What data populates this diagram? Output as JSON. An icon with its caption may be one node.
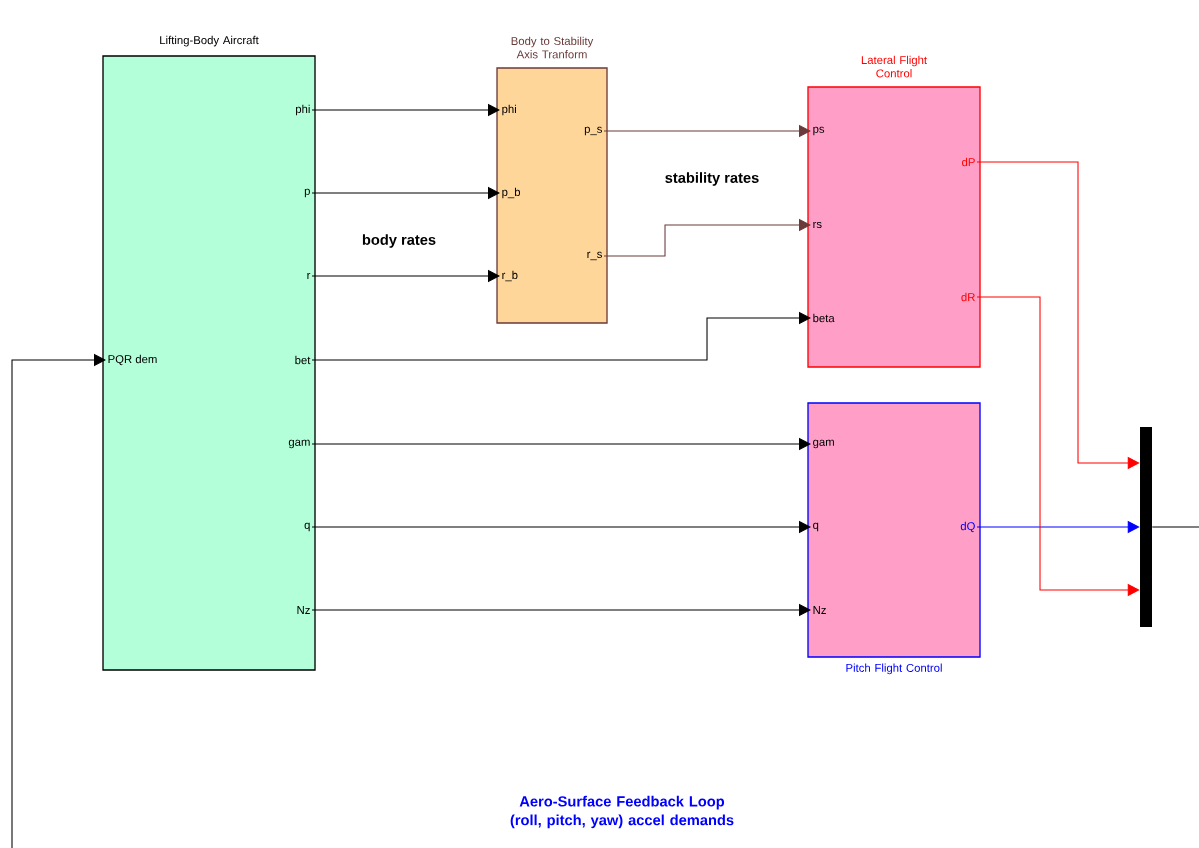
{
  "diagram": {
    "nodes": [
      {
        "text": [
          "Lifting-Body Aircraft"
        ]
      },
      {
        "text": [
          "PQR dem"
        ],
        "in": 0
      },
      {
        "text": [
          "phi"
        ],
        "in": 0
      },
      {
        "text": [
          "p"
        ],
        "in": 0
      },
      {
        "text": [
          "r"
        ],
        "in": 0
      },
      {
        "text": [
          "bet"
        ],
        "in": 0
      },
      {
        "text": [
          "gam"
        ],
        "in": 0
      },
      {
        "text": [
          "q"
        ],
        "in": 0
      },
      {
        "text": [
          "Nz"
        ],
        "in": 0
      },
      {
        "text": [
          "Body to Stability Axis Tranform"
        ]
      },
      {
        "text": [
          "phi"
        ],
        "in": 9
      },
      {
        "text": [
          "p_b"
        ],
        "in": 9
      },
      {
        "text": [
          "r_b"
        ],
        "in": 9
      },
      {
        "text": [
          "p_s"
        ],
        "in": 9
      },
      {
        "text": [
          "r_s"
        ],
        "in": 9
      },
      {
        "text": [
          "Lateral Flight Control"
        ]
      },
      {
        "text": [
          "ps"
        ],
        "in": 15
      },
      {
        "text": [
          "rs"
        ],
        "in": 15
      },
      {
        "text": [
          "beta"
        ],
        "in": 15
      },
      {
        "text": [
          "dP"
        ],
        "in": 15
      },
      {
        "text": [
          "dR"
        ],
        "in": 15
      },
      {
        "text": [
          "Pitch Flight Control"
        ]
      },
      {
        "text": [
          "gam"
        ],
        "in": 21
      },
      {
        "text": [
          "q"
        ],
        "in": 21
      },
      {
        "text": [
          "Nz"
        ],
        "in": 21
      },
      {
        "text": [
          "dQ"
        ],
        "in": 21
      },
      {
        "text": [],
        "shape": "bar"
      }
    ],
    "edges": [
      {
        "from": 2,
        "to": 10,
        "arrow": "to"
      },
      {
        "from": 3,
        "to": 11,
        "arrow": "to"
      },
      {
        "from": 4,
        "to": 12,
        "arrow": "to"
      },
      {
        "from": 13,
        "to": 16,
        "arrow": "to",
        "color": "#6b3a3a"
      },
      {
        "from": 14,
        "to": 17,
        "arrow": "to",
        "color": "#6b3a3a"
      },
      {
        "from": 5,
        "to": 18,
        "arrow": "to"
      },
      {
        "from": 6,
        "to": 22,
        "arrow": "to"
      },
      {
        "from": 7,
        "to": 23,
        "arrow": "to"
      },
      {
        "from": 8,
        "to": 24,
        "arrow": "to"
      },
      {
        "from": 19,
        "to": 26,
        "arrow": "to",
        "color": "#ff0000"
      },
      {
        "from": 25,
        "to": 26,
        "arrow": "to",
        "color": "#0000ff"
      },
      {
        "from": 20,
        "to": 26,
        "arrow": "to",
        "color": "#ff0000"
      },
      {
        "from": 26,
        "to": null,
        "arrow": "none"
      },
      {
        "from": null,
        "to": 1,
        "arrow": "to"
      }
    ],
    "labels": [
      "stability rates",
      "body rates",
      "Aero-Surface Feedback Loop (roll, pitch, yaw) accel demands"
    ]
  }
}
